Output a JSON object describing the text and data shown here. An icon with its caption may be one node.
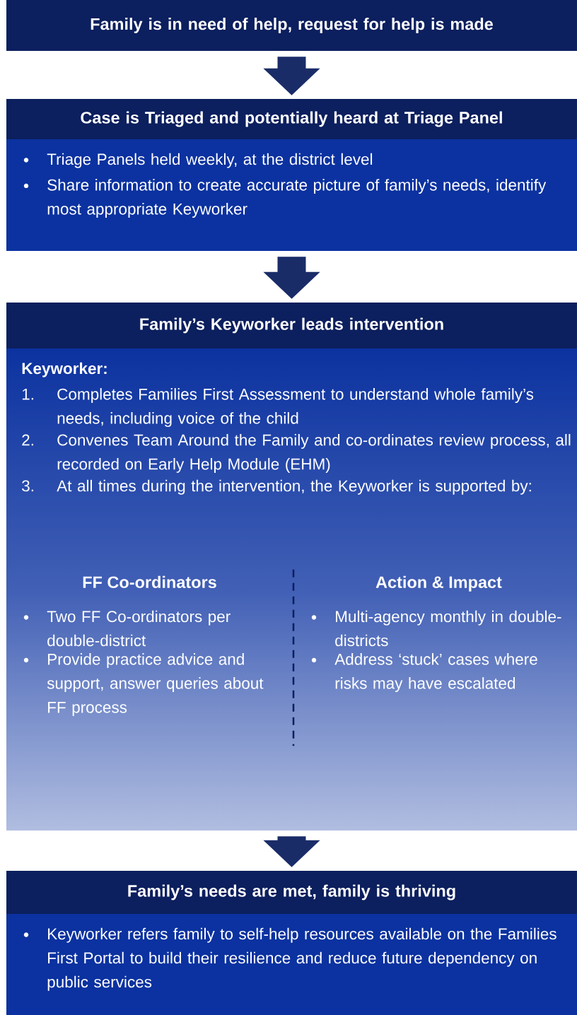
{
  "diagram": {
    "nodes": [
      {
        "text": [
          "Family is in need of help, request for help is made"
        ]
      },
      {
        "text": [
          "Case is Triaged and potentially heard at Triage Panel",
          "Triage Panels held weekly, at the district level",
          "Share information to create accurate picture of family’s needs, identify most appropriate Keyworker"
        ]
      },
      {
        "text": [
          "Family’s Keyworker leads intervention",
          "Keyworker:",
          "Completes Families First Assessment to understand whole family’s needs, including voice of the child",
          "Convenes Team Around the Family and co-ordinates review process, all recorded on Early Help Module (EHM)",
          "At all times during the intervention, the Keyworker is supported by:"
        ]
      },
      {
        "text": [
          "FF Co-ordinators",
          "Two FF Co-ordinators per double-district",
          "Provide practice advice and support, answer queries about FF process"
        ],
        "in": 2
      },
      {
        "text": [
          "Action & Impact",
          "Multi-agency monthly in double-districts",
          "Address ‘stuck’ cases where risks may have escalated"
        ],
        "in": 2
      },
      {
        "text": [
          "Family’s needs are met, family is thriving",
          "Keyworker refers family to self-help resources available on the Families First Portal to build their resilience and reduce future dependency on public services"
        ]
      }
    ],
    "edges": [
      {
        "from": 0,
        "to": 1,
        "arrow": "to"
      },
      {
        "from": 1,
        "to": 2,
        "arrow": "to"
      },
      {
        "from": 2,
        "to": 5,
        "arrow": "to"
      }
    ],
    "labels": [
      "1.",
      "2.",
      "3."
    ]
  }
}
